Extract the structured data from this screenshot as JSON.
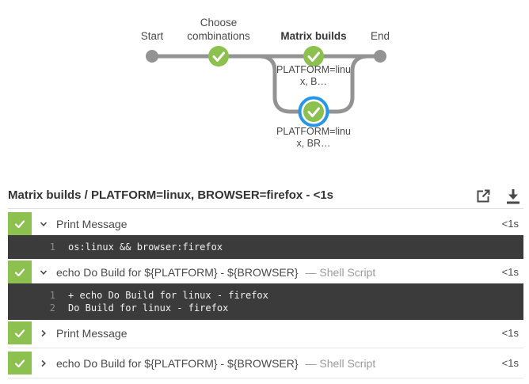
{
  "colors": {
    "success_green": "#8cc04f",
    "connector_gray": "#949393",
    "selected_ring_blue": "#2696e8",
    "console_background": "#3c3b3c"
  },
  "graph": {
    "stages": [
      {
        "label": "Start",
        "type": "start-terminal"
      },
      {
        "label": "Choose combinations",
        "type": "success"
      },
      {
        "label": "Matrix builds",
        "type": "success"
      },
      {
        "label": "End",
        "type": "end-terminal"
      }
    ],
    "branches": [
      {
        "label": "PLATFORM=linu\nx, B…",
        "selected": false,
        "status": "success"
      },
      {
        "label": "PLATFORM=linu\nx, BR…",
        "selected": true,
        "status": "success"
      }
    ]
  },
  "header": {
    "title": "Matrix builds / PLATFORM=linux, BROWSER=firefox - <1s",
    "icons": [
      "open-in-new-window",
      "download-log"
    ]
  },
  "steps": [
    {
      "label": "Print Message",
      "annotation": "",
      "duration": "<1s",
      "expanded": true,
      "log": [
        {
          "n": "1",
          "text": "os:linux && browser:firefox"
        }
      ]
    },
    {
      "label": "echo Do Build for ${PLATFORM} - ${BROWSER}",
      "annotation": "— Shell Script",
      "duration": "<1s",
      "expanded": true,
      "log": [
        {
          "n": "1",
          "text": "+ echo Do Build for linux - firefox"
        },
        {
          "n": "2",
          "text": "Do Build for linux - firefox"
        }
      ]
    },
    {
      "label": "Print Message",
      "annotation": "",
      "duration": "<1s",
      "expanded": false,
      "log": []
    },
    {
      "label": "echo Do Build for ${PLATFORM} - ${BROWSER}",
      "annotation": "— Shell Script",
      "duration": "<1s",
      "expanded": false,
      "log": []
    }
  ]
}
